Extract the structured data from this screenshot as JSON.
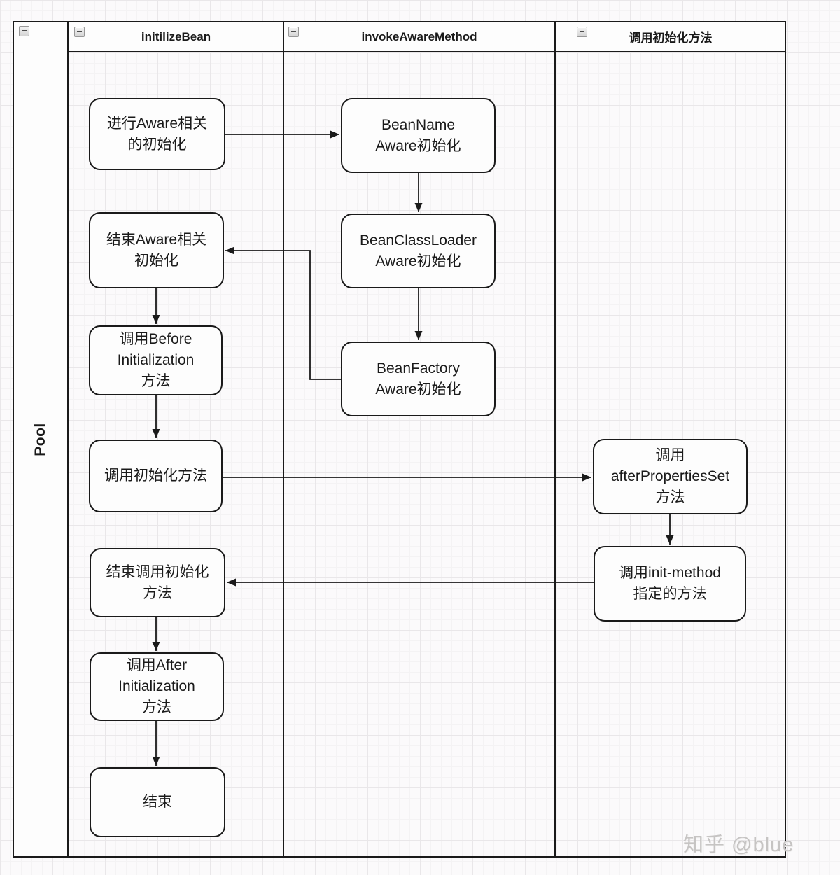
{
  "pool": {
    "label": "Pool"
  },
  "lanes": [
    {
      "title": "initilizeBean"
    },
    {
      "title": "invokeAwareMethod"
    },
    {
      "title": "调用初始化方法"
    }
  ],
  "nodes": {
    "start_aware": {
      "label": "进行Aware相关\n的初始化"
    },
    "bean_name": {
      "label": "BeanName\nAware初始化"
    },
    "bean_classloader": {
      "label": "BeanClassLoader\nAware初始化"
    },
    "bean_factory": {
      "label": "BeanFactory\nAware初始化"
    },
    "end_aware": {
      "label": "结束Aware相关\n初始化"
    },
    "before_init": {
      "label": "调用Before\nInitialization\n方法"
    },
    "invoke_init": {
      "label": "调用初始化方法"
    },
    "after_properties_set": {
      "label": "调用\nafterPropertiesSet\n方法"
    },
    "init_method": {
      "label": "调用init-method\n指定的方法"
    },
    "end_invoke_init": {
      "label": "结束调用初始化\n方法"
    },
    "after_init": {
      "label": "调用After\nInitialization\n方法"
    },
    "end": {
      "label": "结束"
    }
  },
  "watermark": {
    "text": "知乎 @blue"
  },
  "colors": {
    "line": "#1a1a1a",
    "node_background": "#fdfdfd",
    "watermark": "#c6c4c3"
  }
}
